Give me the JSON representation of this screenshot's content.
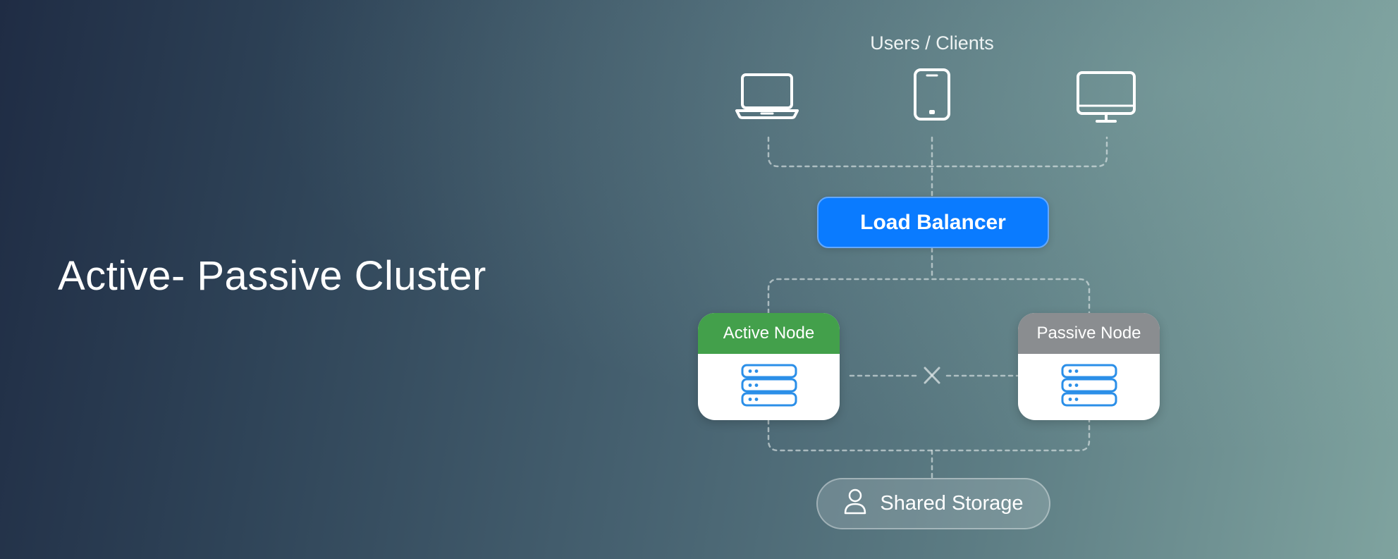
{
  "title": "Active- Passive Cluster",
  "users_label": "Users / Clients",
  "devices": [
    {
      "icon": "laptop-icon"
    },
    {
      "icon": "phone-icon"
    },
    {
      "icon": "monitor-icon"
    }
  ],
  "load_balancer_label": "Load Balancer",
  "active_node_label": "Active Node",
  "passive_node_label": "Passive Node",
  "shared_storage_label": "Shared Storage",
  "colors": {
    "load_balancer": "#0a7bff",
    "active": "#43a04b",
    "passive": "#8a8d90",
    "server_icon": "#2b8fe8"
  }
}
